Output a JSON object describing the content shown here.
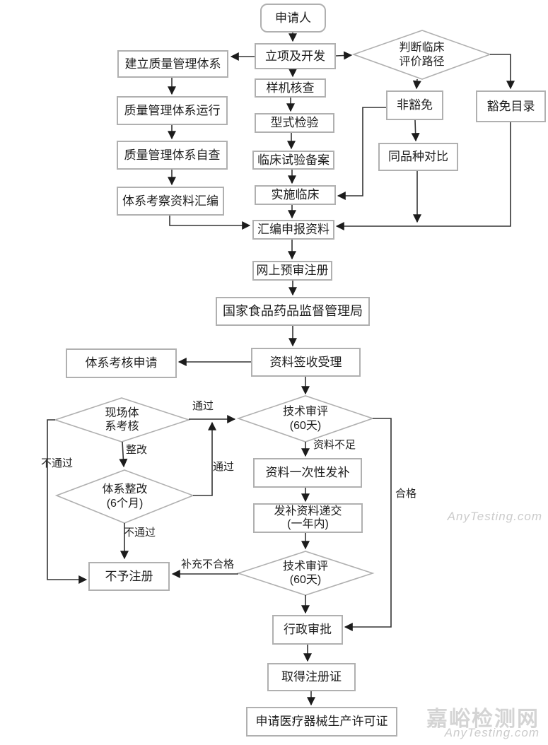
{
  "nodes": {
    "applicant": {
      "label": "申请人"
    },
    "project_dev": {
      "label": "立项及开发"
    },
    "establish_qms": {
      "label": "建立质量管理体系"
    },
    "qms_operation": {
      "label": "质量管理体系运行"
    },
    "qms_self_check": {
      "label": "质量管理体系自查"
    },
    "system_dossier": {
      "label": "体系考察资料汇编"
    },
    "prototype_check": {
      "label": "样机核查"
    },
    "type_test": {
      "label": "型式检验"
    },
    "clinical_filing": {
      "label": "临床试验备案"
    },
    "conduct_clinical": {
      "label": "实施临床"
    },
    "compile_dossier": {
      "label": "汇编申报资料"
    },
    "online_prereview": {
      "label": "网上预审注册"
    },
    "cfda": {
      "label": "国家食品药品监督管理局"
    },
    "acceptance": {
      "label": "资料签收受理"
    },
    "system_audit_apply": {
      "label": "体系考核申请"
    },
    "no_registration": {
      "label": "不予注册"
    },
    "one_time_supplement": {
      "label": "资料一次性发补"
    },
    "supplement_submit": {
      "line1": "发补资料递交",
      "line2": "(一年内)"
    },
    "admin_approval": {
      "label": "行政审批"
    },
    "obtain_certificate": {
      "label": "取得注册证"
    },
    "production_license": {
      "label": "申请医疗器械生产许可证"
    },
    "non_exempt": {
      "label": "非豁免"
    },
    "exempt_catalog": {
      "label": "豁免目录"
    },
    "same_variety": {
      "label": "同品种对比"
    }
  },
  "decisions": {
    "clinical_path": {
      "line1": "判断临床",
      "line2": "评价路径"
    },
    "onsite_audit": {
      "line1": "现场体",
      "line2": "系考核"
    },
    "system_rectify": {
      "line1": "体系整改",
      "line2": "(6个月)"
    },
    "tech_review_1": {
      "line1": "技术审评",
      "line2": "(60天)"
    },
    "tech_review_2": {
      "line1": "技术审评",
      "line2": "(60天)"
    }
  },
  "edge_labels": {
    "pass_1": "通过",
    "rectify": "整改",
    "pass_2": "通过",
    "fail_left": "不通过",
    "fail_bottom": "不通过",
    "insufficient": "资料不足",
    "supplement_unqualified": "补充不合格",
    "qualified": "合格"
  },
  "watermarks": {
    "middle": "AnyTesting.com",
    "bottom_title": "嘉峪检测网",
    "bottom_subtitle": "AnyTesting.com"
  },
  "colors": {
    "box_border": "#b0b0b0",
    "diamond_border": "#b0b0b0",
    "line": "#333333",
    "text": "#1d1d1d",
    "watermark": "#cbcbcb"
  }
}
